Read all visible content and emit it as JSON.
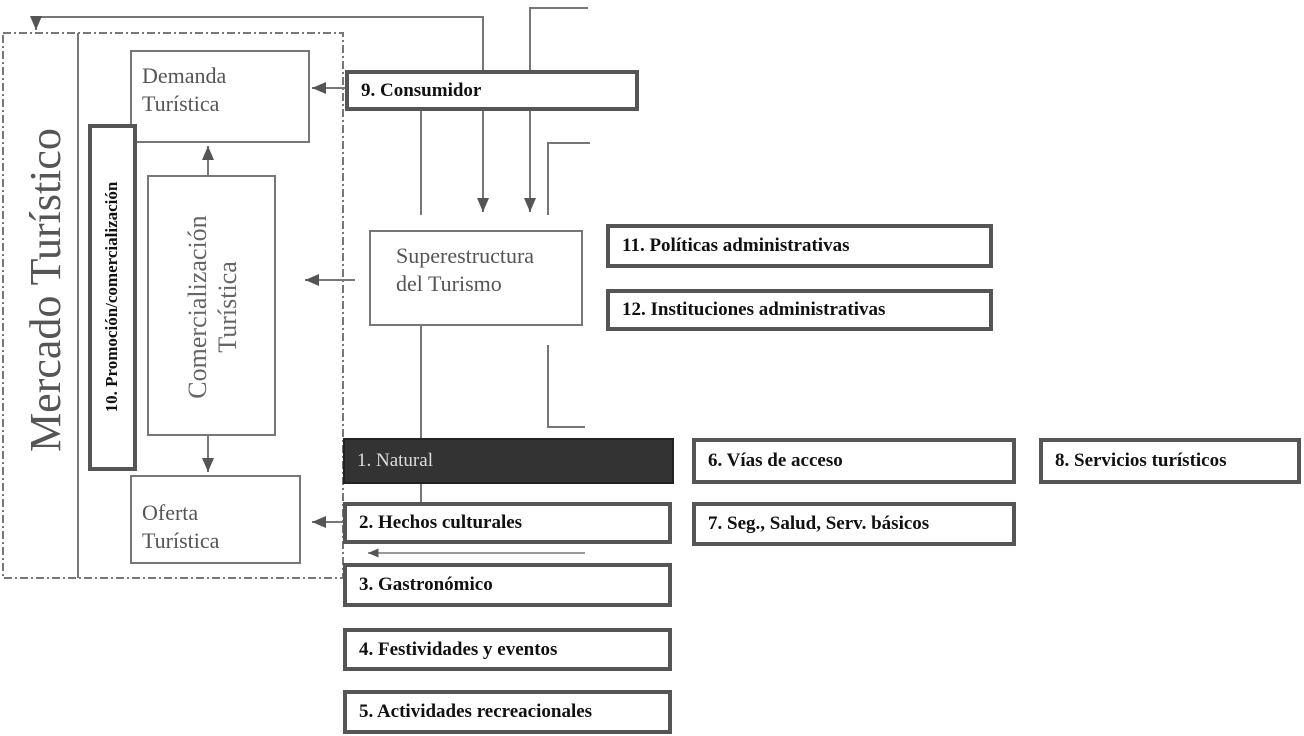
{
  "market": {
    "title": "Mercado Turístico"
  },
  "demand": {
    "line1": "Demanda",
    "line2": "Turística"
  },
  "offer": {
    "line1": "Oferta",
    "line2": "Turística"
  },
  "commercialization": {
    "line1": "Comercialización",
    "line2": "Turística"
  },
  "promotion": {
    "label": "10. Promoción/comercialización"
  },
  "consumer": {
    "label": "9. Consumidor"
  },
  "superstructure": {
    "line1": "Superestructura",
    "line2": "del Turismo"
  },
  "superstructure_items": [
    {
      "label": "11. Políticas administrativas"
    },
    {
      "label": "12. Instituciones administrativas"
    }
  ],
  "attractions": [
    {
      "label": "1. Natural"
    },
    {
      "label": "2. Hechos culturales"
    },
    {
      "label": "3. Gastronómico"
    },
    {
      "label": "4. Festividades y eventos"
    },
    {
      "label": "5. Actividades recreacionales"
    }
  ],
  "infrastructure": [
    {
      "label": "6. Vías de acceso"
    },
    {
      "label": "7. Seg., Salud, Serv. básicos"
    }
  ],
  "services": {
    "label": "8. Servicios turísticos"
  },
  "colors": {
    "highlight": "#333333",
    "line": "#777777"
  }
}
